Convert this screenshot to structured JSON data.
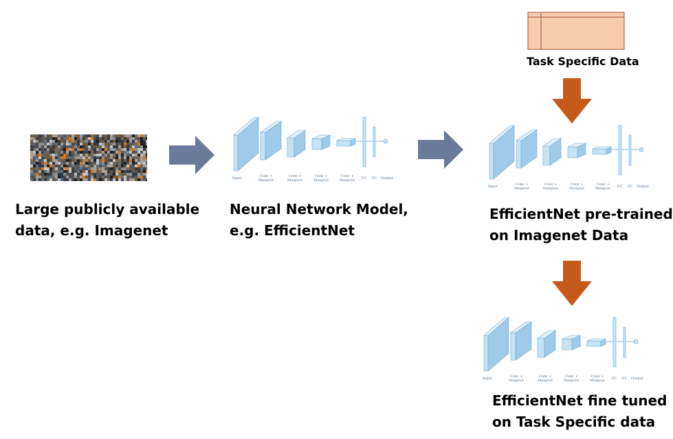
{
  "stages": {
    "data": {
      "line1": "Large publicly available",
      "line2": "data, e.g. Imagenet"
    },
    "model": {
      "line1": "Neural Network Model,",
      "line2": "e.g. EfficientNet"
    },
    "pretrained": {
      "line1": "EfficientNet pre-trained",
      "line2": "on Imagenet Data"
    },
    "finetuned": {
      "line1": "EfficientNet fine tuned",
      "line2": "on Task Specific data"
    }
  },
  "task_data": {
    "label": "Task Specific Data"
  },
  "network_labels": {
    "input": "Input",
    "conv1a": "Conv +",
    "conv1b": "Maxpool",
    "conv2a": "Conv +",
    "conv2b": "Maxpool",
    "conv3a": "Conv +",
    "conv3b": "Maxpool",
    "conv4a": "Conv +",
    "conv4b": "Maxpool",
    "fc1": "FC",
    "fc2": "FC",
    "output": "Output"
  },
  "colors": {
    "flow_arrow": "#6b7a99",
    "down_arrow": "#c55a1a",
    "task_box_fill": "#f8cbad",
    "task_box_border": "#a0522d",
    "layer_front": "#c5e3f5",
    "layer_side": "#9fcbe8",
    "layer_edge": "#6fa8d0"
  },
  "icons": {
    "flow_arrow": "right-arrow-icon",
    "down_arrow": "down-arrow-icon"
  }
}
